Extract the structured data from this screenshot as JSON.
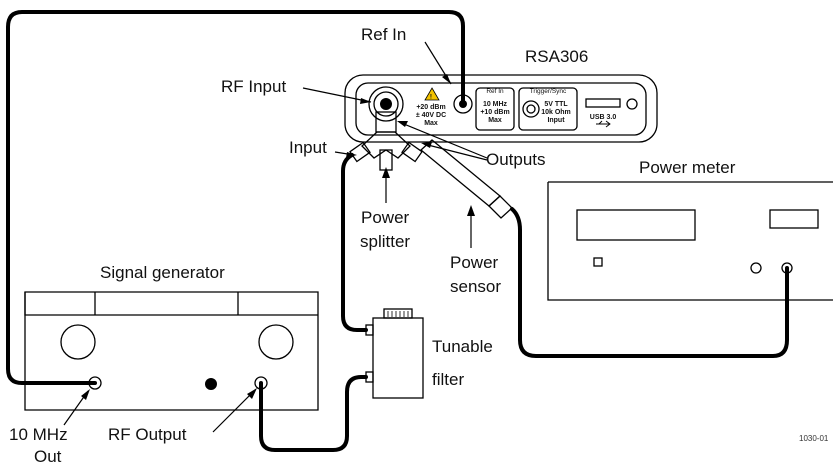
{
  "labels": {
    "ref_in": "Ref In",
    "rsa306": "RSA306",
    "rf_input": "RF Input",
    "input": "Input",
    "outputs": "Outputs",
    "power_meter": "Power meter",
    "power_splitter_1": "Power",
    "power_splitter_2": "splitter",
    "power_sensor_1": "Power",
    "power_sensor_2": "sensor",
    "signal_generator": "Signal generator",
    "tunable_filter_1": "Tunable",
    "tunable_filter_2": "filter",
    "ten_mhz_out_1": "10 MHz",
    "ten_mhz_out_2": "Out",
    "rf_output": "RF Output",
    "figure_id": "1030-01"
  },
  "device_panel": {
    "rf_in_spec_1": "+20 dBm",
    "rf_in_spec_2": "± 40V DC",
    "rf_in_spec_3": "Max",
    "ref_in_title": "Ref In",
    "ref_in_spec_1": "10 MHz",
    "ref_in_spec_2": "+10 dBm",
    "ref_in_spec_3": "Max",
    "trigger_title": "Trigger/Sync",
    "trigger_spec_1": "5V TTL",
    "trigger_spec_2": "10k Ohm",
    "trigger_spec_3": "Input",
    "usb_label": "USB 3.0"
  }
}
